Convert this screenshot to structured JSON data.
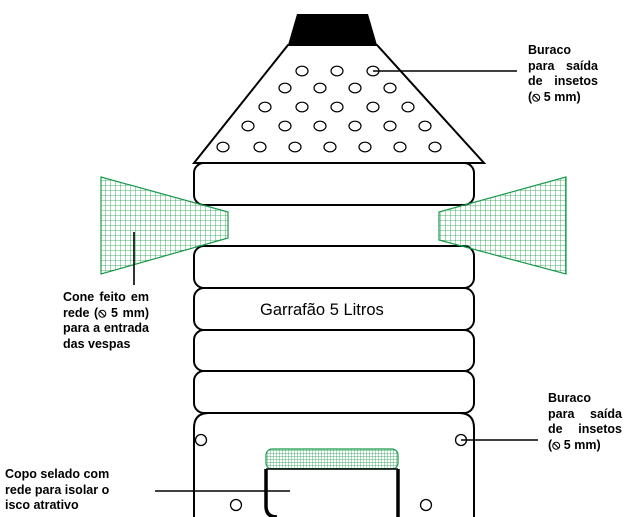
{
  "bottle_label": "Garrafão 5 Litros",
  "labels": {
    "top_right": [
      "Buraco",
      "para saída",
      "de insetos",
      "(⦸ 5 mm)"
    ],
    "left_cone": [
      "Cone feito em",
      "rede (⦸ 5 mm)",
      "para a entrada",
      "das vespas"
    ],
    "bottom_right": [
      "Buraco",
      "para saída",
      "de insetos",
      "(⦸ 5 mm)"
    ],
    "bottom_left": [
      "Copo selado com",
      "rede para isolar o",
      "isco atrativo"
    ]
  },
  "colors": {
    "outline": "#000000",
    "mesh": "#1a9a4a",
    "cap": "#000000"
  }
}
